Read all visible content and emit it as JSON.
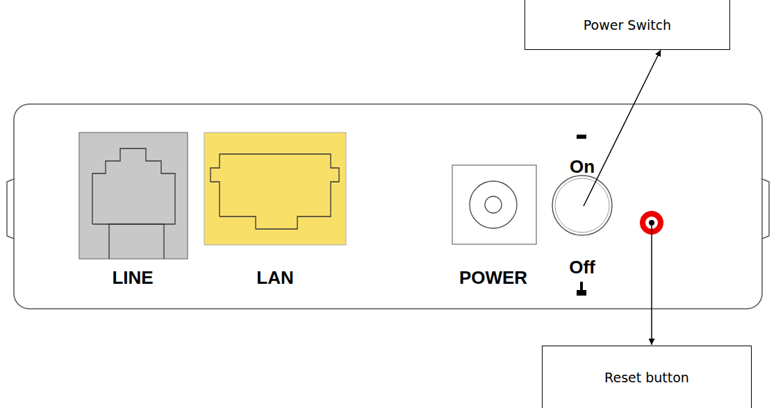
{
  "diagram": {
    "nodes": [
      {
        "text": [
          "Power Switch"
        ]
      },
      {
        "text": [
          "Reset button"
        ]
      }
    ],
    "labels": [
      "LINE",
      "LAN",
      "POWER",
      "On",
      "Off"
    ]
  }
}
